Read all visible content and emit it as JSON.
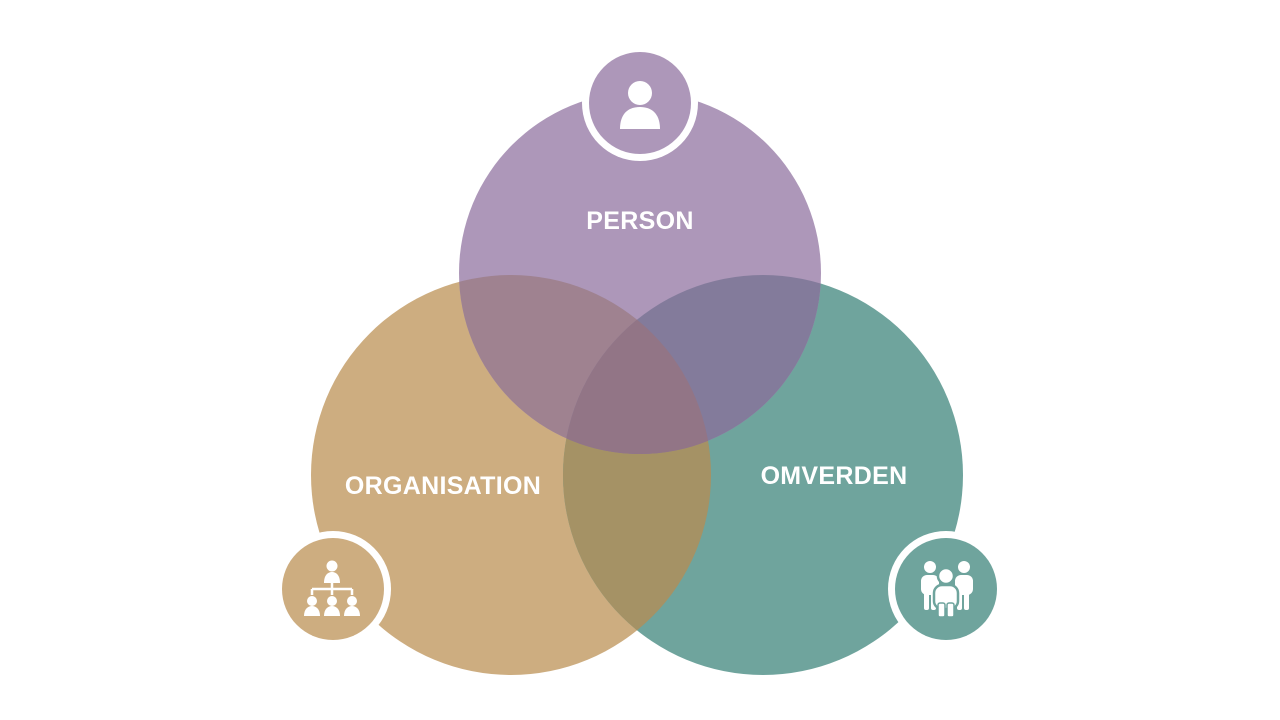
{
  "diagram": {
    "circles": [
      {
        "id": "person",
        "label": "PERSON",
        "color": "#ad97b9",
        "icon": "person-icon"
      },
      {
        "id": "organisation",
        "label": "ORGANISATION",
        "color": "#cdad80",
        "icon": "org-chart-icon"
      },
      {
        "id": "omverden",
        "label": "OMVERDEN",
        "color": "#6fa49d",
        "icon": "group-of-people-icon"
      }
    ],
    "overlap_colors": {
      "person_organisation": "#9f8290",
      "person_omverden": "#837b9b",
      "organisation_omverden": "#a59265",
      "center": "#927586"
    },
    "background": "#ffffff"
  }
}
